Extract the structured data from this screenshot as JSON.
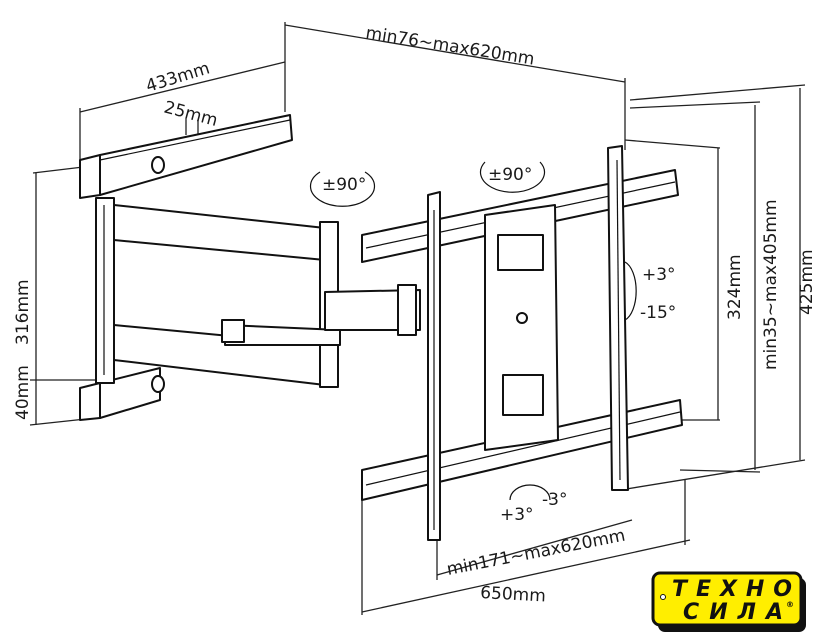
{
  "dimensions": {
    "top_width": "min76~max620mm",
    "arm_length": "433mm",
    "arm_thickness": "25mm",
    "wall_plate_height": "316mm",
    "wall_plate_bottom": "40mm",
    "vesa_vertical": "324mm",
    "vesa_vertical_range": "min35~max405mm",
    "plate_height": "425mm",
    "vesa_horizontal_range": "min171~max620mm",
    "plate_width": "650mm"
  },
  "rotations": {
    "swivel_left": "±90°",
    "swivel_right": "±90°",
    "tilt_up": "+3°",
    "tilt_down": "-15°",
    "level_plus": "+3°",
    "level_minus": "-3°"
  },
  "logo": {
    "line1": "ТЕХНО",
    "line2": "СИЛА",
    "mark": "®",
    "color": "#ffee00"
  }
}
